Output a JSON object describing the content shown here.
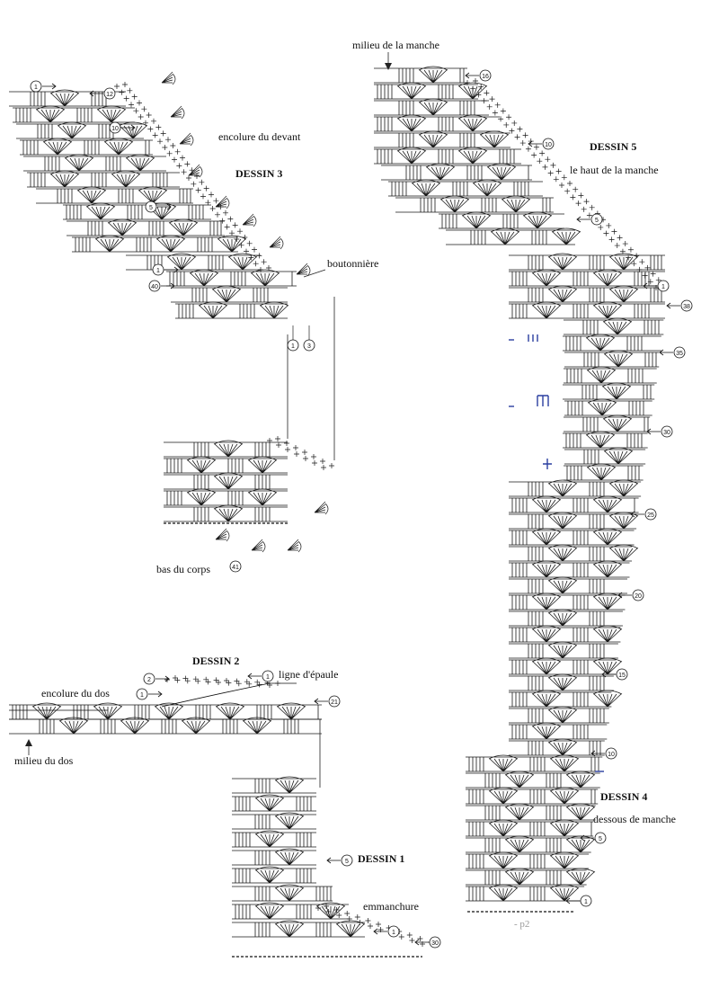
{
  "drawings": {
    "dessin3": {
      "title": "DESSIN 3",
      "encolure_devant": "encolure du devant",
      "boutonniere": "boutonnière",
      "bas_du_corps": "bas du corps"
    },
    "dessin5": {
      "title": "DESSIN 5",
      "milieu_manche": "milieu de la manche",
      "haut_manche": "le haut de la manche"
    },
    "dessin2": {
      "title": "DESSIN 2",
      "encolure_dos": "encolure du dos",
      "ligne_epaule": "ligne d'épaule",
      "milieu_dos": "milieu du dos"
    },
    "dessin1": {
      "title": "DESSIN 1",
      "emmanchure": "emmanchure"
    },
    "dessin4": {
      "title": "DESSIN 4",
      "dessous_manche": "dessous de manche"
    }
  },
  "row_markers": {
    "d3_top": "1",
    "d3_12": "12",
    "d3_10": "10",
    "d3_5": "5",
    "d3_1b": "1",
    "d3_40": "40",
    "d3_btn1": "1",
    "d3_btn3": "3",
    "d3_bas": "41",
    "d5_16": "16",
    "d5_10": "10",
    "d5_5": "5",
    "d5_1": "1",
    "d4_38": "38",
    "d4_35": "35",
    "d4_30": "30",
    "d4_25": "25",
    "d4_20": "20",
    "d4_15": "15",
    "d4_10": "10",
    "d4_5": "5",
    "d4_1": "1",
    "d2_2": "2",
    "d2_1": "1",
    "d2_1b": "1",
    "d2_21": "21",
    "d1_5": "5",
    "d1_1": "1",
    "d1_30": "30"
  },
  "handwritten": {
    "bottom_note": "- p2"
  }
}
